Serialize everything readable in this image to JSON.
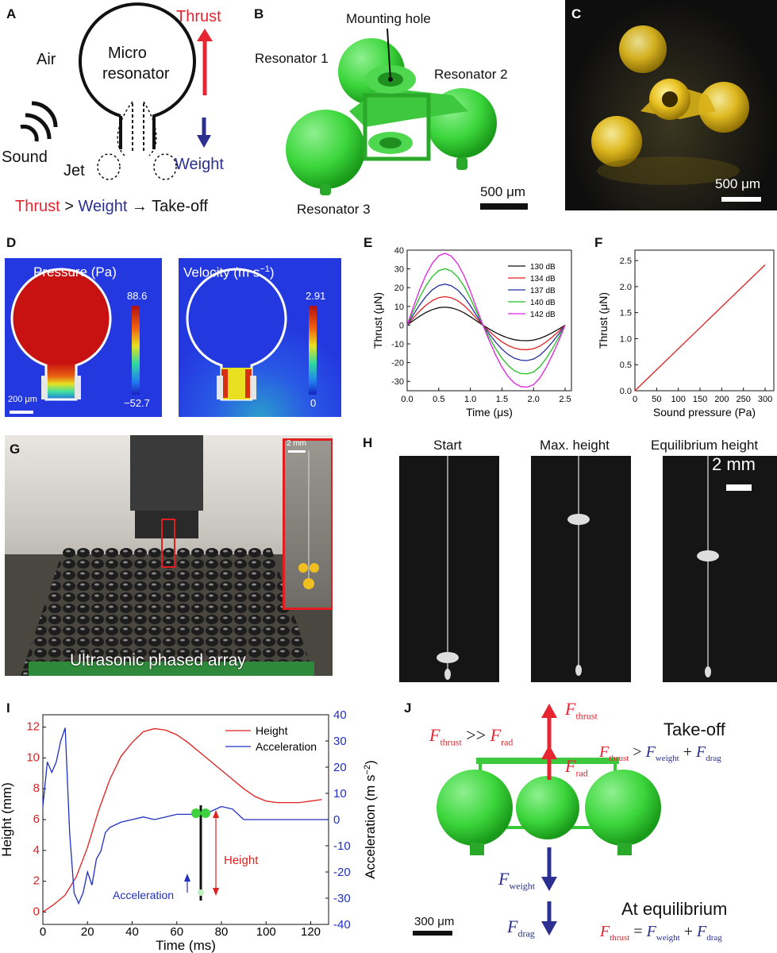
{
  "panels": {
    "A": "A",
    "B": "B",
    "C": "C",
    "D": "D",
    "E": "E",
    "F": "F",
    "G": "G",
    "H": "H",
    "I": "I",
    "J": "J"
  },
  "panel_a": {
    "air": "Air",
    "micro": "Micro",
    "resonator": "resonator",
    "sound": "Sound",
    "jet": "Jet",
    "thrust": "Thrust",
    "weight": "Weight",
    "eq_thrust": "Thrust",
    "eq_gt": " > ",
    "eq_weight": "Weight",
    "eq_rest": " → Take-off",
    "colors": {
      "thrust": "#e52530",
      "weight": "#2b2f8f"
    }
  },
  "panel_b": {
    "mount": "Mounting hole",
    "r1": "Resonator 1",
    "r2": "Resonator 2",
    "r3": "Resonator 3",
    "scale": "500 μm"
  },
  "panel_c": {
    "scale": "500 μm"
  },
  "panel_d": {
    "pressure_title": "Pressure (Pa)",
    "pressure_max": "88.6",
    "pressure_min": "−52.7",
    "velocity_title": "Velocity (m s",
    "velocity_exp": "−1",
    "velocity_close": ")",
    "velocity_max": "2.91",
    "velocity_min": "0",
    "scale": "200 μm"
  },
  "panel_g": {
    "inset_scale": "2 mm",
    "caption": "Ultrasonic phased array"
  },
  "panel_h": {
    "start": "Start",
    "max": "Max. height",
    "eq": "Equilibrium height",
    "scale": "2 mm"
  },
  "panel_j": {
    "ratio_lhs": "thrust",
    "ratio_op": " >> ",
    "ratio_rhs": "rad",
    "f_thrust": "thrust",
    "f_rad": "rad",
    "f_weight": "weight",
    "f_drag": "drag",
    "takeoff": "Take-off",
    "equilibrium": "At equilibrium",
    "scale": "300 μm"
  },
  "chart_data": [
    {
      "id": "E",
      "type": "line",
      "xlabel": "Time (μs)",
      "ylabel": "Thrust (μN)",
      "xlim": [
        0,
        2.6
      ],
      "ylim": [
        -35,
        40
      ],
      "xticks": [
        0.0,
        0.5,
        1.0,
        1.5,
        2.0,
        2.5
      ],
      "yticks": [
        -30,
        -20,
        -10,
        0,
        10,
        20,
        30,
        40
      ],
      "x": [
        0,
        0.1,
        0.2,
        0.3,
        0.4,
        0.5,
        0.6,
        0.7,
        0.8,
        0.9,
        1.0,
        1.1,
        1.2,
        1.3,
        1.4,
        1.5,
        1.6,
        1.7,
        1.8,
        1.9,
        2.0,
        2.1,
        2.2,
        2.3,
        2.4,
        2.5
      ],
      "series": [
        {
          "name": "130 dB",
          "color": "#111111",
          "values": [
            0,
            2.5,
            4.8,
            6.8,
            8.3,
            9.3,
            9.6,
            9.2,
            8.2,
            6.6,
            4.5,
            2.2,
            0.0,
            -2.1,
            -4.0,
            -5.6,
            -6.9,
            -7.8,
            -8.2,
            -8.3,
            -8.0,
            -7.1,
            -5.7,
            -4.0,
            -2.1,
            0
          ]
        },
        {
          "name": "134 dB",
          "color": "#e02020",
          "values": [
            0,
            3.9,
            7.6,
            10.7,
            13.1,
            14.7,
            15.2,
            14.6,
            13.0,
            10.5,
            7.2,
            3.5,
            0.0,
            -3.3,
            -6.3,
            -8.9,
            -10.9,
            -12.3,
            -13.0,
            -13.1,
            -12.6,
            -11.2,
            -9.0,
            -6.3,
            -3.3,
            0
          ]
        },
        {
          "name": "137 dB",
          "color": "#2430a0",
          "values": [
            0,
            5.6,
            10.9,
            15.4,
            18.9,
            21.1,
            21.9,
            21.0,
            18.7,
            15.1,
            10.4,
            5.0,
            0.0,
            -4.7,
            -9.1,
            -12.8,
            -15.7,
            -17.7,
            -18.7,
            -18.9,
            -18.1,
            -16.1,
            -12.9,
            -9.0,
            -4.7,
            0
          ]
        },
        {
          "name": "140 dB",
          "color": "#20c020",
          "values": [
            0,
            7.7,
            15.0,
            21.2,
            26.0,
            29.1,
            30.1,
            28.9,
            25.7,
            20.8,
            14.3,
            6.9,
            0.0,
            -6.5,
            -12.5,
            -17.6,
            -21.6,
            -24.4,
            -25.8,
            -26.0,
            -25.0,
            -22.2,
            -17.8,
            -12.4,
            -6.5,
            0
          ]
        },
        {
          "name": "142 dB",
          "color": "#e020e0",
          "values": [
            0,
            9.8,
            19.1,
            27.0,
            33.1,
            37.0,
            38.3,
            36.8,
            32.7,
            26.4,
            18.2,
            8.8,
            0.0,
            -8.3,
            -15.9,
            -22.4,
            -27.5,
            -31.0,
            -32.8,
            -33.1,
            -31.8,
            -28.2,
            -22.6,
            -15.8,
            -8.3,
            0
          ]
        }
      ]
    },
    {
      "id": "F",
      "type": "line",
      "xlabel": "Sound pressure (Pa)",
      "ylabel": "Thrust (μN)",
      "xlim": [
        0,
        320
      ],
      "ylim": [
        0,
        2.7
      ],
      "xticks": [
        0,
        50,
        100,
        150,
        200,
        250,
        300
      ],
      "yticks": [
        0.0,
        0.5,
        1.0,
        1.5,
        2.0,
        2.5
      ],
      "x": [
        0,
        300
      ],
      "series": [
        {
          "name": "",
          "color": "#e02020",
          "values": [
            0,
            2.42
          ]
        }
      ]
    },
    {
      "id": "I",
      "type": "line",
      "xlabel": "Time (ms)",
      "ylabel": "Height (mm)",
      "y2label": "Acceleration (m s",
      "y2label_exp": "−2",
      "y2label_close": ")",
      "xlim": [
        0,
        128
      ],
      "ylim": [
        -0.8,
        12.8
      ],
      "y2lim": [
        -40,
        40
      ],
      "xticks": [
        0,
        20,
        40,
        60,
        80,
        100,
        120
      ],
      "yticks": [
        0,
        2,
        4,
        6,
        8,
        10,
        12
      ],
      "y2ticks": [
        -40,
        -30,
        -20,
        -10,
        0,
        10,
        20,
        30,
        40
      ],
      "series": [
        {
          "name": "Height",
          "color": "#e02020",
          "axis": "left",
          "x": [
            0,
            5,
            10,
            15,
            20,
            25,
            30,
            35,
            40,
            45,
            50,
            55,
            60,
            65,
            70,
            75,
            80,
            85,
            90,
            95,
            100,
            105,
            110,
            115,
            120,
            125
          ],
          "values": [
            0,
            0.5,
            1.1,
            2.3,
            4.2,
            6.6,
            8.6,
            10.1,
            11.0,
            11.7,
            11.9,
            11.8,
            11.5,
            11.0,
            10.4,
            9.8,
            9.2,
            8.6,
            8.0,
            7.5,
            7.2,
            7.1,
            7.1,
            7.1,
            7.2,
            7.3
          ]
        },
        {
          "name": "Acceleration",
          "color": "#2030c0",
          "axis": "right",
          "x": [
            0,
            2,
            4,
            6,
            8,
            10,
            12,
            14,
            16,
            18,
            20,
            22,
            24,
            26,
            28,
            30,
            35,
            40,
            45,
            50,
            55,
            60,
            65,
            70,
            75,
            80,
            85,
            90,
            100,
            110,
            120,
            128
          ],
          "values": [
            5,
            22,
            18,
            22,
            30,
            35,
            -5,
            -28,
            -32,
            -28,
            -20,
            -25,
            -15,
            -12,
            -5,
            -3,
            -1,
            0,
            1,
            0,
            1,
            2,
            2,
            2,
            3,
            5,
            4,
            0,
            0,
            0,
            0,
            0
          ]
        }
      ]
    }
  ],
  "panel_i": {
    "legend_height": "Height",
    "legend_accel": "Acceleration",
    "ann_accel": "Acceleration",
    "ann_height": "Height"
  }
}
